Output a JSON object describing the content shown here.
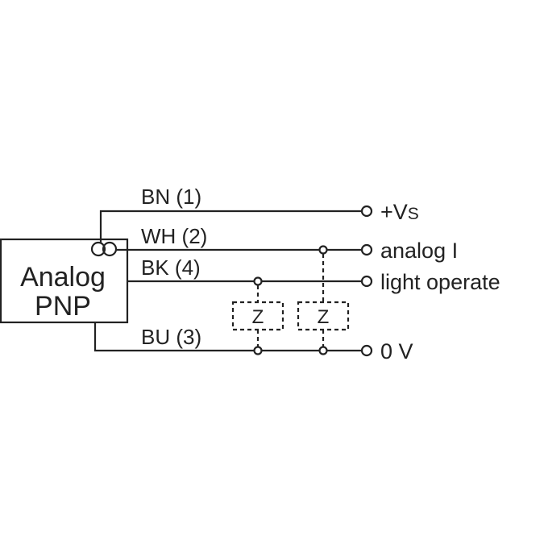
{
  "device": {
    "line1": "Analog",
    "line2": "PNP"
  },
  "wires": [
    {
      "label": "BN (1)",
      "terminal": "+V",
      "terminal_sub": "S"
    },
    {
      "label": "WH (2)",
      "terminal": "analog I"
    },
    {
      "label": "BK (4)",
      "terminal": "light operate"
    },
    {
      "label": "BU (3)",
      "terminal": "0 V"
    }
  ],
  "loads": [
    {
      "label": "Z"
    },
    {
      "label": "Z"
    }
  ],
  "colors": {
    "line": "#222222",
    "background": "#ffffff"
  }
}
